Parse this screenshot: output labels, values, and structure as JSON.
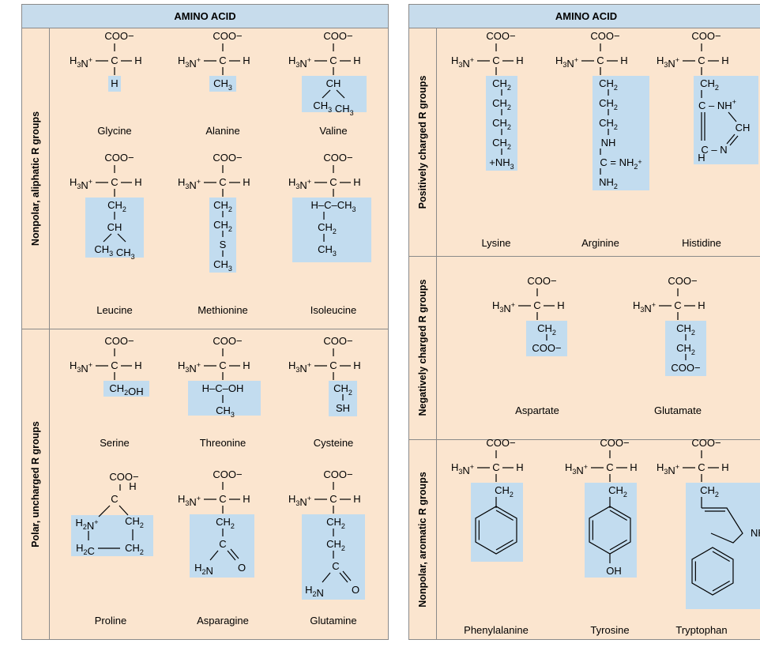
{
  "left_panel": {
    "header": "AMINO ACID",
    "sections": [
      {
        "label": "Nonpolar, aliphatic R groups",
        "acids": [
          {
            "name": "Glycine",
            "r": [
              "H"
            ]
          },
          {
            "name": "Alanine",
            "r": [
              "CH3"
            ]
          },
          {
            "name": "Valine",
            "r": [
              "CH",
              "CH3 CH3"
            ]
          },
          {
            "name": "Leucine",
            "r": [
              "CH2",
              "CH",
              "CH3 CH3"
            ]
          },
          {
            "name": "Methionine",
            "r": [
              "CH2",
              "CH2",
              "S",
              "CH3"
            ]
          },
          {
            "name": "Isoleucine",
            "r": [
              "H–C–CH3",
              "CH2",
              "CH3"
            ]
          }
        ]
      },
      {
        "label": "Polar, uncharged R groups",
        "acids": [
          {
            "name": "Serine",
            "r": [
              "CH2OH"
            ]
          },
          {
            "name": "Threonine",
            "r": [
              "H–C–OH",
              "CH3"
            ]
          },
          {
            "name": "Cysteine",
            "r": [
              "CH2",
              "SH"
            ]
          },
          {
            "name": "Proline",
            "r": [
              "CH2",
              "H2C",
              "CH2"
            ]
          },
          {
            "name": "Asparagine",
            "r": [
              "CH2",
              "C",
              "H2N",
              "O"
            ]
          },
          {
            "name": "Glutamine",
            "r": [
              "CH2",
              "CH2",
              "C",
              "H2N",
              "O"
            ]
          }
        ]
      }
    ]
  },
  "right_panel": {
    "header": "AMINO ACID",
    "sections": [
      {
        "label": "Positively charged R groups",
        "acids": [
          {
            "name": "Lysine",
            "r": [
              "CH2",
              "CH2",
              "CH2",
              "CH2",
              "+NH3"
            ]
          },
          {
            "name": "Arginine",
            "r": [
              "CH2",
              "CH2",
              "CH2",
              "NH",
              "C = NH2",
              "NH2"
            ]
          },
          {
            "name": "Histidine",
            "r": [
              "CH2",
              "C – NH+",
              "CH",
              "C – N",
              "H"
            ]
          }
        ]
      },
      {
        "label": "Negatively charged R groups",
        "acids": [
          {
            "name": "Aspartate",
            "r": [
              "CH2",
              "COO−"
            ]
          },
          {
            "name": "Glutamate",
            "r": [
              "CH2",
              "CH2",
              "COO−"
            ]
          }
        ]
      },
      {
        "label": "Nonpolar, aromatic R groups",
        "acids": [
          {
            "name": "Phenylalanine",
            "r": [
              "CH2"
            ]
          },
          {
            "name": "Tyrosine",
            "r": [
              "CH2",
              "OH"
            ]
          },
          {
            "name": "Tryptophan",
            "r": [
              "CH2",
              "NH"
            ]
          }
        ]
      }
    ]
  },
  "backbone": {
    "carboxyl": "COO−",
    "amino": "H3N⁺",
    "alpha_c": "C",
    "alpha_h": "H"
  },
  "colors": {
    "panel_bg": "#fbe5cf",
    "header_bg": "#c7dcec",
    "r_highlight": "#c2dcef",
    "border": "#8a8a8a"
  }
}
